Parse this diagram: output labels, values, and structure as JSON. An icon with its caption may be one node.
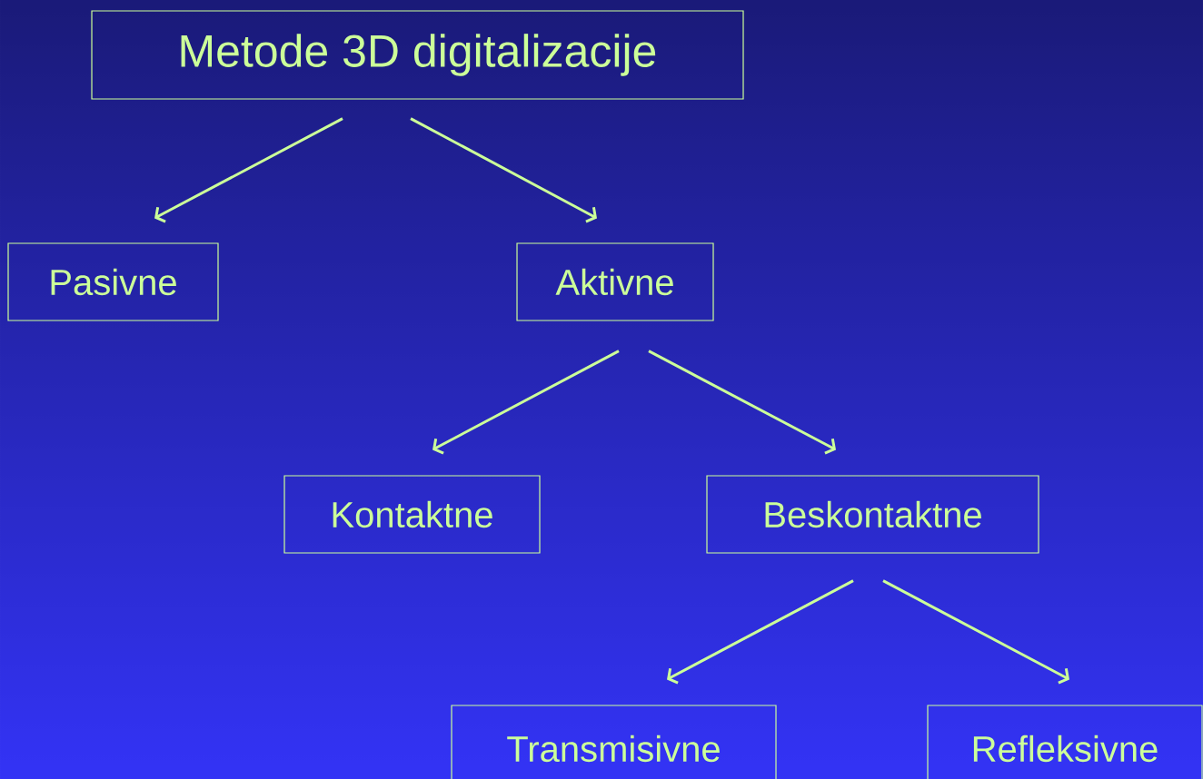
{
  "diagram": {
    "nodes": [
      {
        "text": [
          "Metode 3D digitalizacije"
        ]
      },
      {
        "text": [
          "Pasivne"
        ]
      },
      {
        "text": [
          "Aktivne"
        ]
      },
      {
        "text": [
          "Kontaktne"
        ]
      },
      {
        "text": [
          "Beskontaktne"
        ]
      },
      {
        "text": [
          "Transmisivne"
        ]
      },
      {
        "text": [
          "Refleksivne"
        ]
      }
    ],
    "edges": [
      {
        "from": 0,
        "to": 1,
        "arrow": "to"
      },
      {
        "from": 0,
        "to": 2,
        "arrow": "to"
      },
      {
        "from": 2,
        "to": 3,
        "arrow": "to"
      },
      {
        "from": 2,
        "to": 4,
        "arrow": "to"
      },
      {
        "from": 4,
        "to": 5,
        "arrow": "to"
      },
      {
        "from": 4,
        "to": 6,
        "arrow": "to"
      }
    ]
  }
}
